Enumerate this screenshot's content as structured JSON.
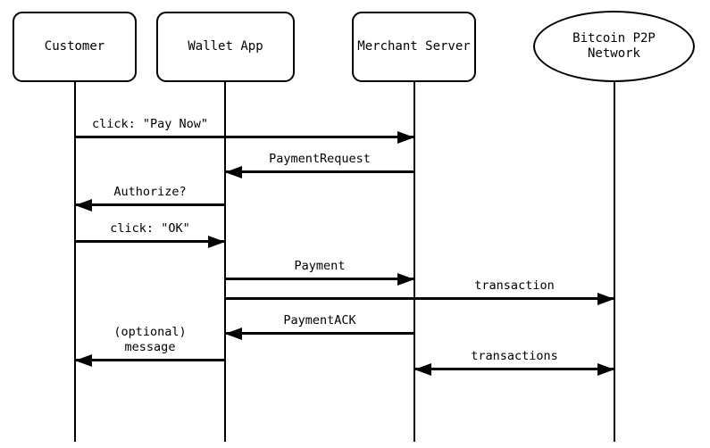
{
  "diagram": {
    "kind": "sequence-diagram",
    "colors": {
      "stroke": "#000000",
      "fill": "#ffffff",
      "background": "#ffffff"
    },
    "participants": [
      {
        "id": "customer",
        "label": "Customer",
        "shape": "rounded-rect"
      },
      {
        "id": "wallet",
        "label": "Wallet App",
        "shape": "rounded-rect"
      },
      {
        "id": "merchant",
        "label": "Merchant Server",
        "shape": "rounded-rect"
      },
      {
        "id": "bitcoin",
        "label": "Bitcoin P2P\nNetwork",
        "shape": "ellipse"
      }
    ],
    "messages": [
      {
        "label": "click: \"Pay Now\"",
        "from": "customer",
        "to": "merchant",
        "bidirectional": false
      },
      {
        "label": "PaymentRequest",
        "from": "merchant",
        "to": "wallet",
        "bidirectional": false
      },
      {
        "label": "Authorize?",
        "from": "wallet",
        "to": "customer",
        "bidirectional": false
      },
      {
        "label": "click: \"OK\"",
        "from": "customer",
        "to": "wallet",
        "bidirectional": false
      },
      {
        "label": "Payment",
        "from": "wallet",
        "to": "merchant",
        "bidirectional": false
      },
      {
        "label": "transaction",
        "from": "wallet",
        "to": "bitcoin",
        "bidirectional": false
      },
      {
        "label": "PaymentACK",
        "from": "merchant",
        "to": "wallet",
        "bidirectional": false
      },
      {
        "label": "(optional)\nmessage",
        "from": "wallet",
        "to": "customer",
        "bidirectional": false
      },
      {
        "label": "transactions",
        "from": "merchant",
        "to": "bitcoin",
        "bidirectional": true
      }
    ]
  }
}
